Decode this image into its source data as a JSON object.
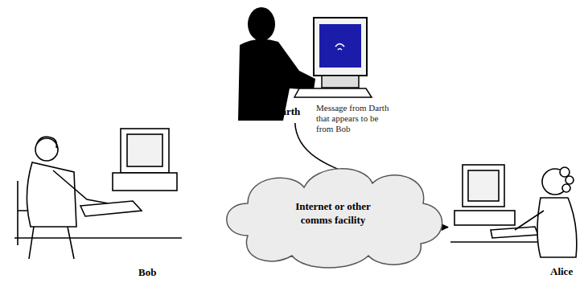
{
  "diagram": {
    "nodes": [
      {
        "text": [
          "Darth"
        ]
      },
      {
        "text": [
          "Bob"
        ]
      },
      {
        "text": [
          "Internet or other comms facility"
        ]
      },
      {
        "text": [
          "Alice"
        ]
      }
    ],
    "edges": [
      {
        "from": 0,
        "to": 3,
        "arrow": "to",
        "label": "Message from Darth that appears to be from Bob"
      }
    ]
  }
}
